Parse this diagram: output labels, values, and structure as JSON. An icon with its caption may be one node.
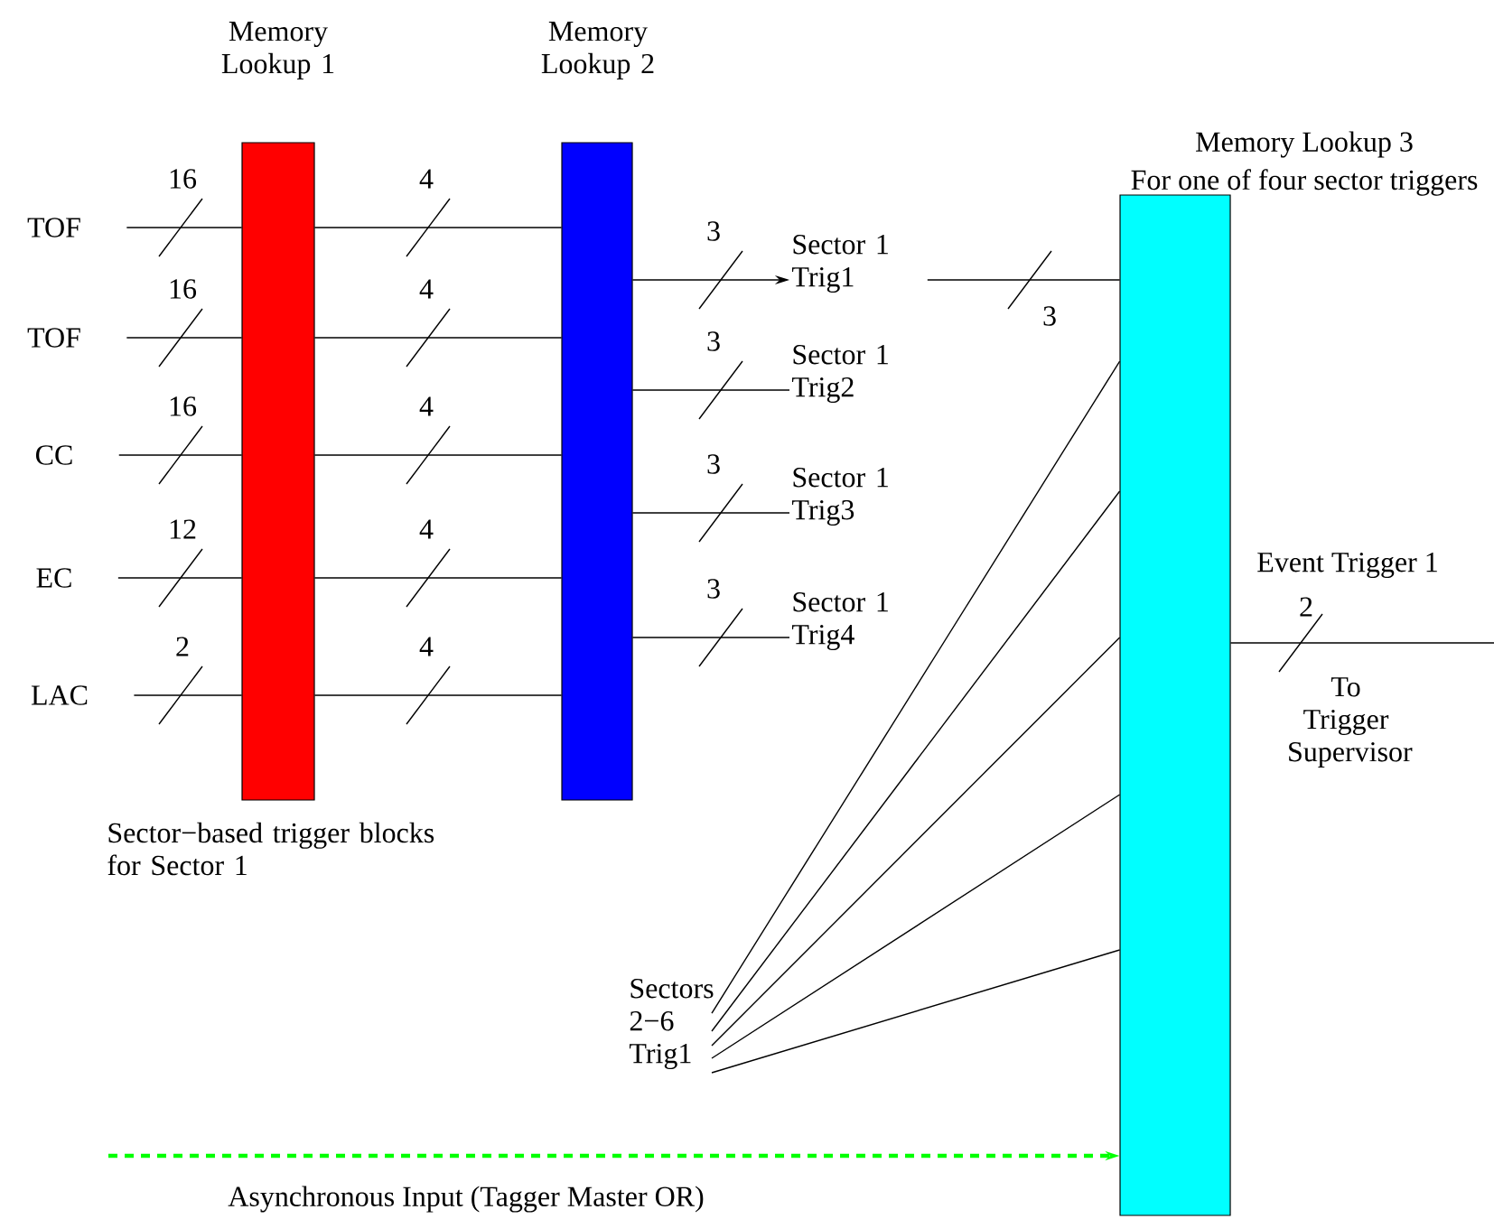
{
  "diagram": {
    "nodes": [
      {
        "text": [
          "Memory Lookup 1"
        ]
      },
      {
        "text": [
          "Memory Lookup 2"
        ]
      },
      {
        "text": [
          "Memory Lookup 3",
          "For one of four sector triggers"
        ]
      },
      {
        "text": [
          "TOF"
        ]
      },
      {
        "text": [
          "TOF"
        ]
      },
      {
        "text": [
          "CC"
        ]
      },
      {
        "text": [
          "EC"
        ]
      },
      {
        "text": [
          "LAC"
        ]
      },
      {
        "text": [
          "Sector 1 Trig1"
        ]
      },
      {
        "text": [
          "Sector 1 Trig2"
        ]
      },
      {
        "text": [
          "Sector 1 Trig3"
        ]
      },
      {
        "text": [
          "Sector 1 Trig4"
        ]
      },
      {
        "text": [
          "Sectors 2−6 Trig1"
        ]
      }
    ],
    "edges": [
      {
        "from": 3,
        "to": 0,
        "arrow": "none",
        "label": "16"
      },
      {
        "from": 0,
        "to": 1,
        "arrow": "none",
        "label": "4"
      },
      {
        "from": 4,
        "to": 0,
        "arrow": "none",
        "label": "16"
      },
      {
        "from": 0,
        "to": 1,
        "arrow": "none",
        "label": "4"
      },
      {
        "from": 5,
        "to": 0,
        "arrow": "none",
        "label": "16"
      },
      {
        "from": 0,
        "to": 1,
        "arrow": "none",
        "label": "4"
      },
      {
        "from": 6,
        "to": 0,
        "arrow": "none",
        "label": "12"
      },
      {
        "from": 0,
        "to": 1,
        "arrow": "none",
        "label": "4"
      },
      {
        "from": 7,
        "to": 0,
        "arrow": "none",
        "label": "2"
      },
      {
        "from": 0,
        "to": 1,
        "arrow": "none",
        "label": "4"
      },
      {
        "from": 1,
        "to": 8,
        "arrow": "to",
        "label": "3"
      },
      {
        "from": 1,
        "to": 9,
        "arrow": "none",
        "label": "3"
      },
      {
        "from": 1,
        "to": 10,
        "arrow": "none",
        "label": "3"
      },
      {
        "from": 1,
        "to": 11,
        "arrow": "none",
        "label": "3"
      },
      {
        "from": 8,
        "to": 2,
        "arrow": "none",
        "label": "3"
      },
      {
        "from": 12,
        "to": 2,
        "arrow": "none"
      },
      {
        "from": 12,
        "to": 2,
        "arrow": "none"
      },
      {
        "from": 12,
        "to": 2,
        "arrow": "none"
      },
      {
        "from": 12,
        "to": 2,
        "arrow": "none"
      },
      {
        "from": 12,
        "to": 2,
        "arrow": "none"
      },
      {
        "from": 2,
        "to": null,
        "arrow": "none",
        "label": "2"
      },
      {
        "from": null,
        "to": 2,
        "arrow": "to",
        "label": "Asynchronous Input (Tagger Master OR)",
        "style": "dashed",
        "color": "#00ff00"
      }
    ],
    "labels": [
      "Event Trigger 1",
      "To Trigger Supervisor",
      "Sector−based trigger blocks for Sector 1"
    ]
  }
}
